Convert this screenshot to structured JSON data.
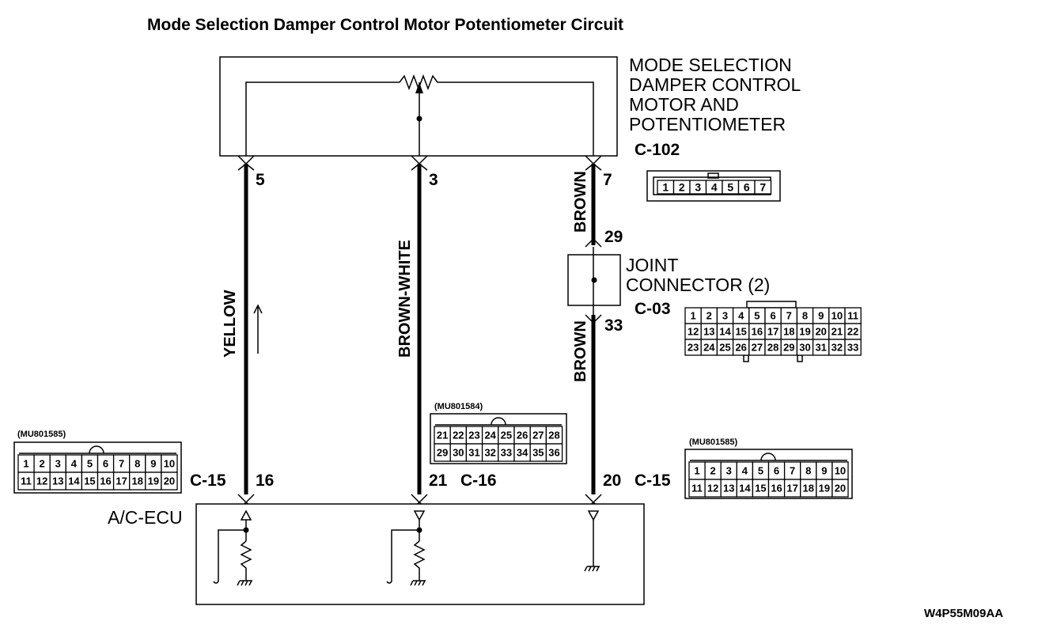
{
  "title": "Mode Selection Damper Control Motor Potentiometer Circuit",
  "footer_code": "W4P55M09AA",
  "component": {
    "lines": [
      "MODE SELECTION",
      "DAMPER CONTROL",
      "MOTOR AND",
      "POTENTIOMETER"
    ],
    "connector": "C-102",
    "pins": [
      "1",
      "2",
      "3",
      "4",
      "5",
      "6",
      "7"
    ]
  },
  "joint": {
    "lines": [
      "JOINT",
      "CONNECTOR (2)"
    ],
    "connector": "C-03",
    "rows": [
      [
        "1",
        "2",
        "3",
        "4",
        "5",
        "6",
        "7",
        "8",
        "9",
        "10",
        "11"
      ],
      [
        "12",
        "13",
        "14",
        "15",
        "16",
        "17",
        "18",
        "19",
        "20",
        "21",
        "22"
      ],
      [
        "23",
        "24",
        "25",
        "26",
        "27",
        "28",
        "29",
        "30",
        "31",
        "32",
        "33"
      ]
    ]
  },
  "ecu": {
    "label": "A/C-ECU"
  },
  "wires": {
    "yellow": {
      "color": "YELLOW",
      "top_pin": "5",
      "bottom_pin": "16",
      "bottom_connector": "C-15"
    },
    "brown_white": {
      "color": "BROWN-WHITE",
      "top_pin": "3",
      "bottom_pin": "21",
      "bottom_connector": "C-16"
    },
    "brown": {
      "color_upper": "BROWN",
      "color_lower": "BROWN",
      "top_pin": "7",
      "joint_in_pin": "29",
      "joint_out_pin": "33",
      "bottom_pin": "20",
      "bottom_connector": "C-15"
    }
  },
  "connector_views": {
    "left": {
      "part": "(MU801585)",
      "rows": [
        [
          "1",
          "2",
          "3",
          "4",
          "5",
          "6",
          "7",
          "8",
          "9",
          "10"
        ],
        [
          "11",
          "12",
          "13",
          "14",
          "15",
          "16",
          "17",
          "18",
          "19",
          "20"
        ]
      ]
    },
    "mid": {
      "part": "(MU801584)",
      "rows": [
        [
          "21",
          "22",
          "23",
          "24",
          "25",
          "26",
          "27",
          "28"
        ],
        [
          "29",
          "30",
          "31",
          "32",
          "33",
          "34",
          "35",
          "36"
        ]
      ]
    },
    "right": {
      "part": "(MU801585)",
      "rows": [
        [
          "1",
          "2",
          "3",
          "4",
          "5",
          "6",
          "7",
          "8",
          "9",
          "10"
        ],
        [
          "11",
          "12",
          "13",
          "14",
          "15",
          "16",
          "17",
          "18",
          "19",
          "20"
        ]
      ]
    }
  }
}
